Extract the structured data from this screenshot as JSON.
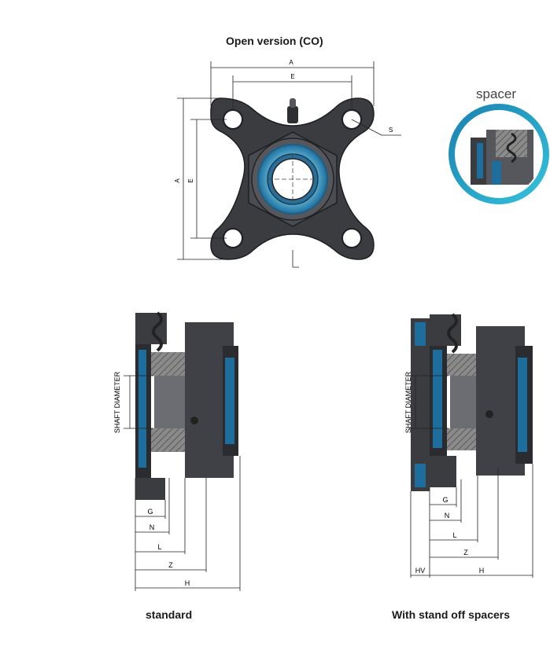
{
  "titles": {
    "top": "Open version (CO)",
    "spacer": "spacer",
    "left_caption": "standard",
    "right_caption": "With stand off spacers"
  },
  "top_view": {
    "dim_A_horizontal": "A",
    "dim_E_horizontal": "E",
    "dim_A_vertical": "A",
    "dim_E_vertical": "E",
    "dim_S": "S"
  },
  "standard_view": {
    "shaft_label": "SHAFT DIAMETER",
    "dims": [
      "G",
      "N",
      "L",
      "Z",
      "H"
    ]
  },
  "spacer_view": {
    "shaft_label": "SHAFT DIAMETER",
    "dims": [
      "G",
      "N",
      "L",
      "Z",
      "H"
    ],
    "hv": "HV"
  },
  "colors": {
    "body_dark": "#3a3c40",
    "seal_blue": "#2b7fb0",
    "ring_teal": "#1aa0c8",
    "hatch": "#777777"
  }
}
